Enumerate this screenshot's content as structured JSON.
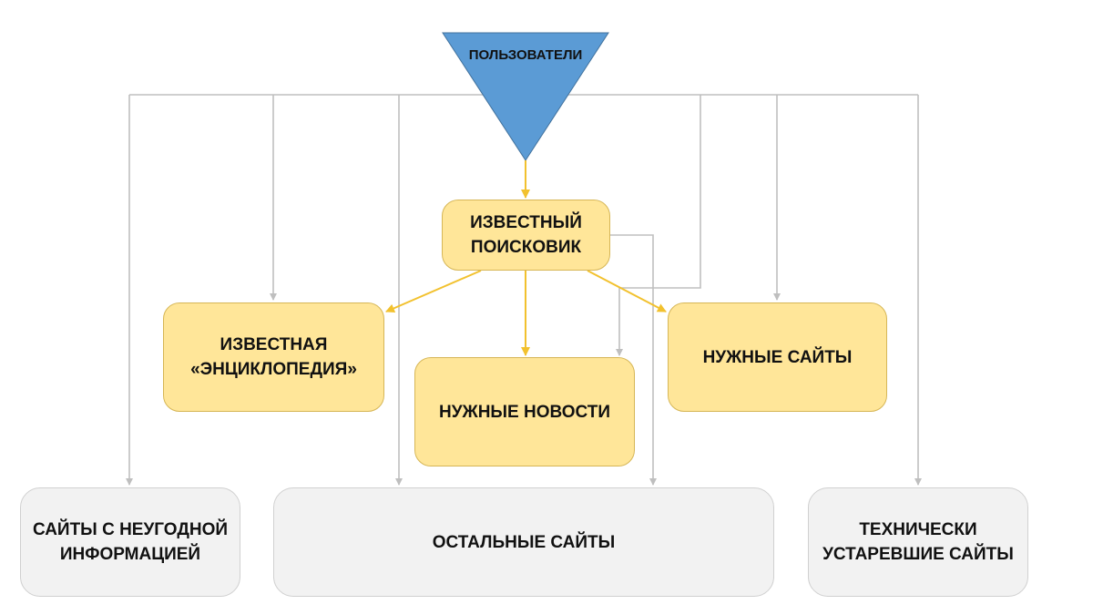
{
  "users": {
    "label": "ПОЛЬЗОВАТЕЛИ"
  },
  "search_engine": {
    "label": "ИЗВЕСТНЫЙ\nПОИСКОВИК"
  },
  "encyclopedia": {
    "label": "ИЗВЕСТНАЯ\n«ЭНЦИКЛОПЕДИЯ»"
  },
  "needed_news": {
    "label": "НУЖНЫЕ НОВОСТИ"
  },
  "needed_sites": {
    "label": "НУЖНЫЕ САЙТЫ"
  },
  "bad_info_sites": {
    "label": "САЙТЫ С НЕУГОДНОЙ\nИНФОРМАЦИЕЙ"
  },
  "other_sites": {
    "label": "ОСТАЛЬНЫЕ САЙТЫ"
  },
  "outdated_sites": {
    "label": "ТЕХНИЧЕСКИ\nУСТАРЕВШИЕ САЙТЫ"
  },
  "colors": {
    "users_triangle": "#5b9bd5",
    "highlight_box": "#ffe699",
    "highlight_border": "#d6b656",
    "highlight_arrow": "#f2c12e",
    "neutral_box": "#f2f2f2",
    "neutral_border": "#d0d0d0",
    "neutral_arrow": "#bfbfbf"
  }
}
